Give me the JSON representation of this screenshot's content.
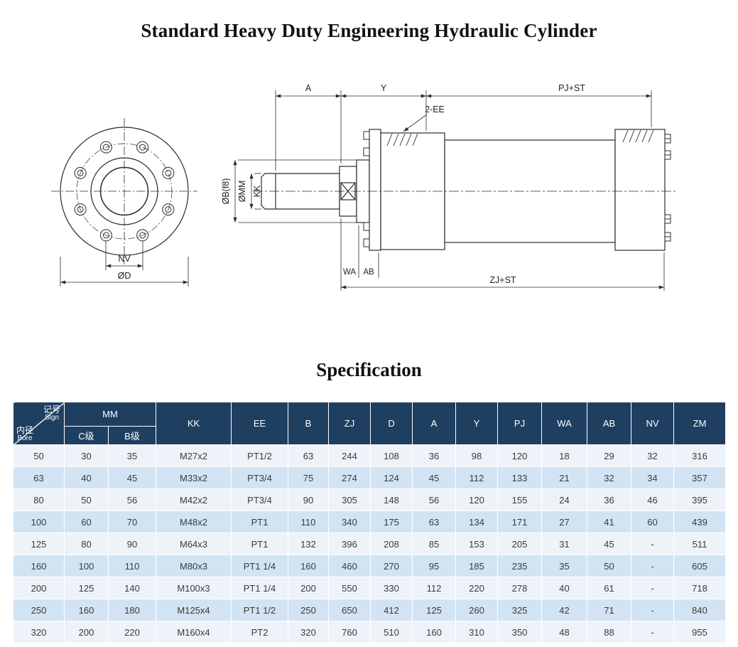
{
  "page": {
    "title": "Standard Heavy Duty Engineering Hydraulic Cylinder",
    "section_title": "Specification"
  },
  "drawing": {
    "labels": {
      "dim_a": "A",
      "dim_y": "Y",
      "dim_pj_st": "PJ+ST",
      "port": "2-EE",
      "dim_ob": "ØB(f8)",
      "dim_omm": "ØMM",
      "dim_kk": "KK",
      "dim_nv": "NV",
      "dim_od": "ØD",
      "dim_wa": "WA",
      "dim_ab": "AB",
      "dim_zj_st": "ZJ+ST"
    }
  },
  "table": {
    "corner": {
      "sign_cn": "记号",
      "sign_en": "Sign",
      "bore_cn": "内径",
      "bore_en": "Bore"
    },
    "group_mm": "MM",
    "sub_c": "C级",
    "sub_b": "B级",
    "columns": [
      "KK",
      "EE",
      "B",
      "ZJ",
      "D",
      "A",
      "Y",
      "PJ",
      "WA",
      "AB",
      "NV",
      "ZM"
    ],
    "rows": [
      [
        "50",
        "30",
        "35",
        "M27x2",
        "PT1/2",
        "63",
        "244",
        "108",
        "36",
        "98",
        "120",
        "18",
        "29",
        "32",
        "316"
      ],
      [
        "63",
        "40",
        "45",
        "M33x2",
        "PT3/4",
        "75",
        "274",
        "124",
        "45",
        "112",
        "133",
        "21",
        "32",
        "34",
        "357"
      ],
      [
        "80",
        "50",
        "56",
        "M42x2",
        "PT3/4",
        "90",
        "305",
        "148",
        "56",
        "120",
        "155",
        "24",
        "36",
        "46",
        "395"
      ],
      [
        "100",
        "60",
        "70",
        "M48x2",
        "PT1",
        "110",
        "340",
        "175",
        "63",
        "134",
        "171",
        "27",
        "41",
        "60",
        "439"
      ],
      [
        "125",
        "80",
        "90",
        "M64x3",
        "PT1",
        "132",
        "396",
        "208",
        "85",
        "153",
        "205",
        "31",
        "45",
        "-",
        "511"
      ],
      [
        "160",
        "100",
        "110",
        "M80x3",
        "PT1 1/4",
        "160",
        "460",
        "270",
        "95",
        "185",
        "235",
        "35",
        "50",
        "-",
        "605"
      ],
      [
        "200",
        "125",
        "140",
        "M100x3",
        "PT1 1/4",
        "200",
        "550",
        "330",
        "112",
        "220",
        "278",
        "40",
        "61",
        "-",
        "718"
      ],
      [
        "250",
        "160",
        "180",
        "M125x4",
        "PT1 1/2",
        "250",
        "650",
        "412",
        "125",
        "260",
        "325",
        "42",
        "71",
        "-",
        "840"
      ],
      [
        "320",
        "200",
        "220",
        "M160x4",
        "PT2",
        "320",
        "760",
        "510",
        "160",
        "310",
        "350",
        "48",
        "88",
        "-",
        "955"
      ]
    ]
  },
  "colors": {
    "header_bg": "#1f3f60",
    "row_odd_bg": "#edf3f9",
    "row_even_bg": "#d2e4f3"
  }
}
